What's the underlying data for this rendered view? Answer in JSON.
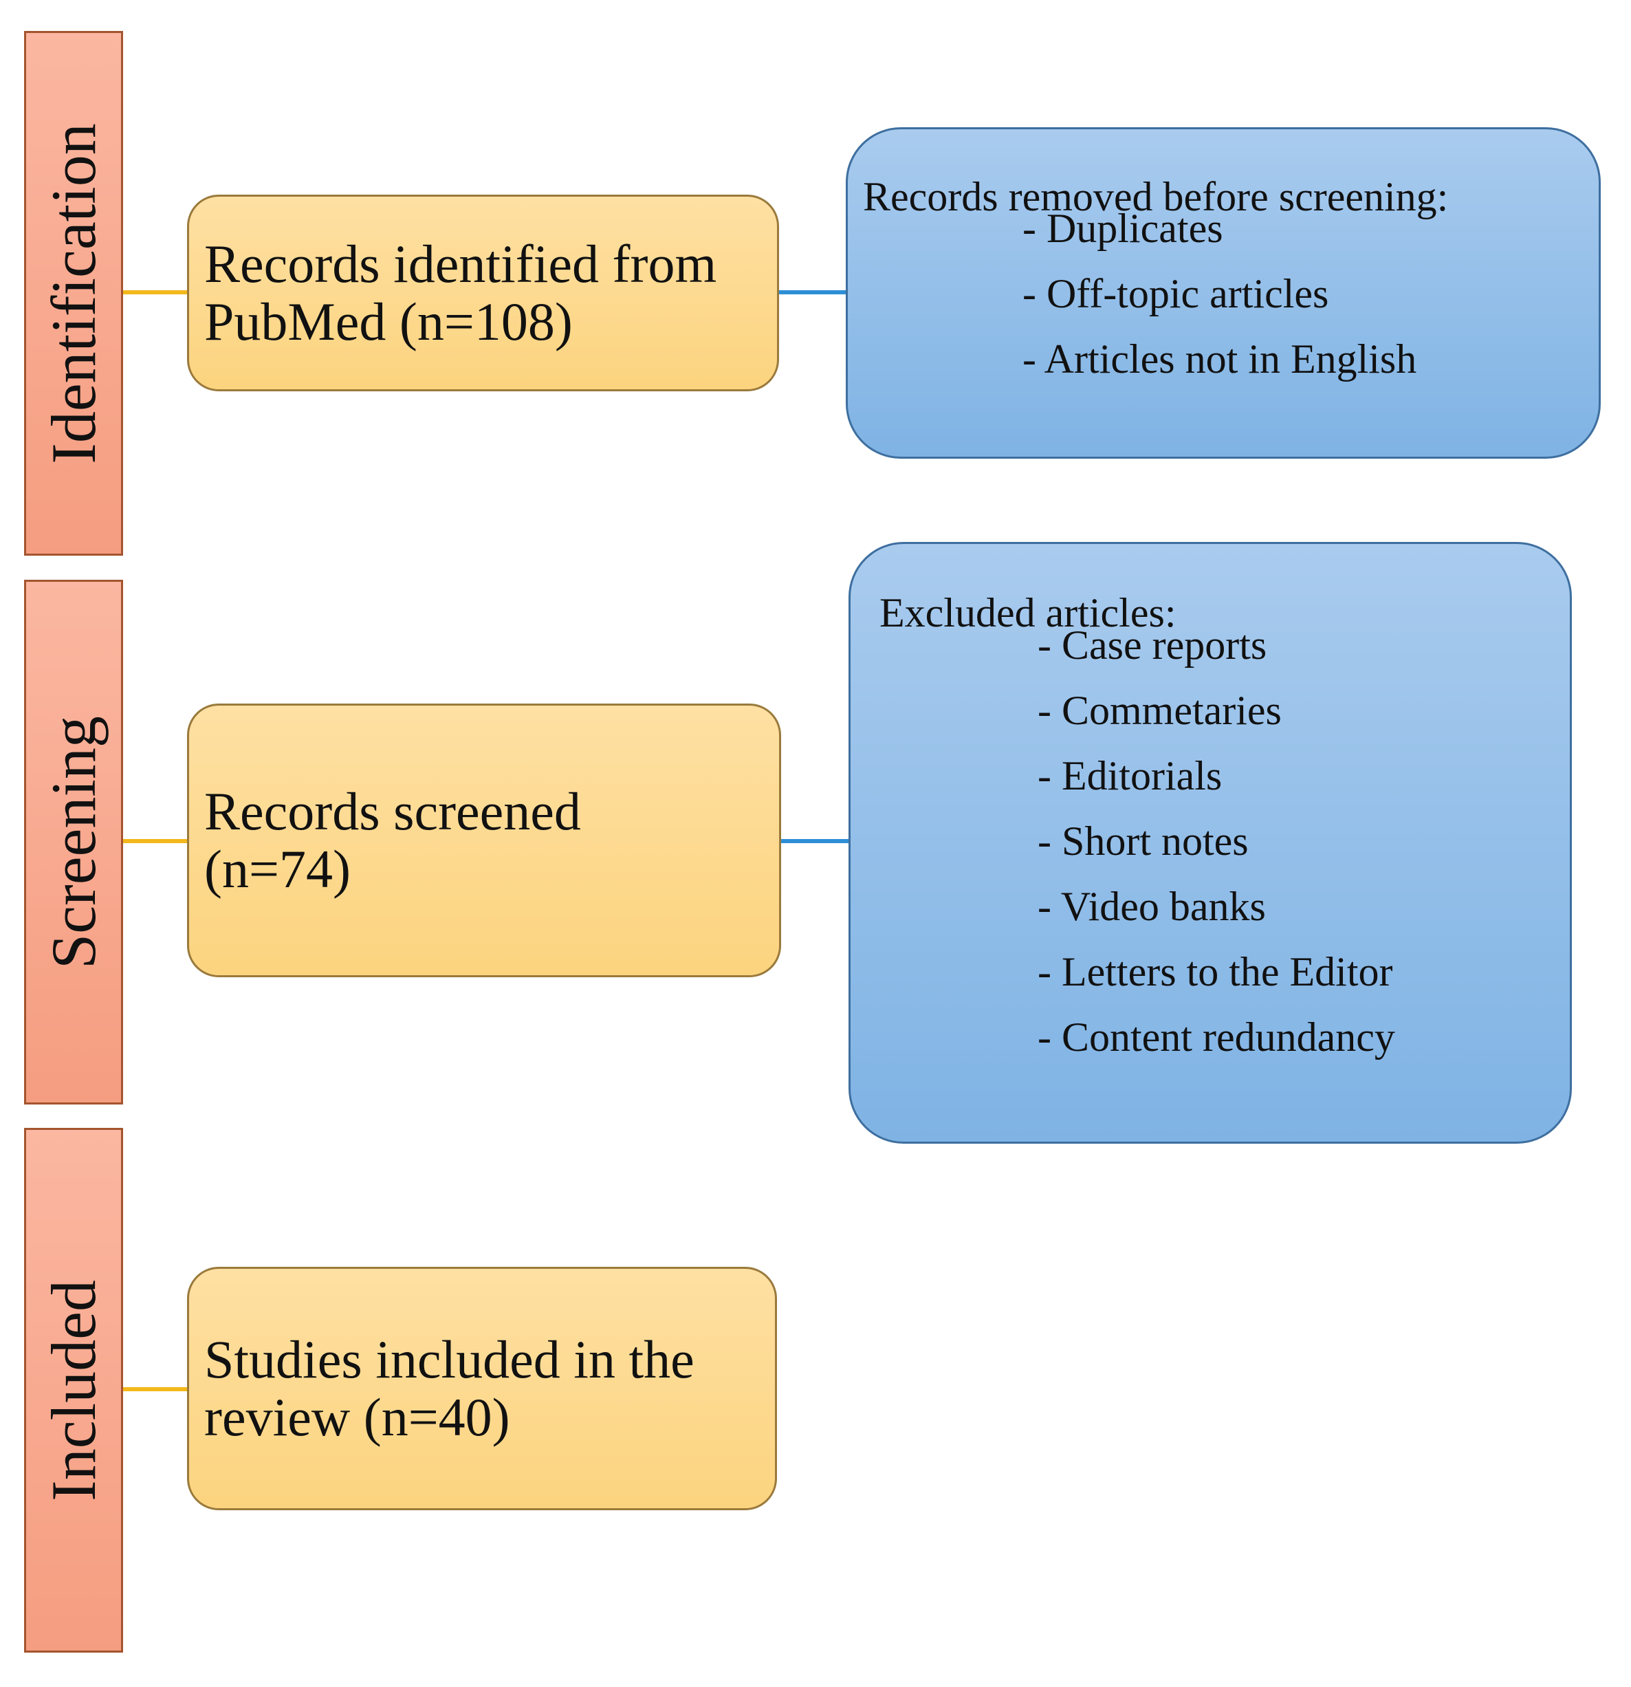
{
  "phases": {
    "identification": "Identification",
    "screening": "Screening",
    "included": "Included"
  },
  "records_identified": {
    "line1": "Records identified from",
    "line2": "PubMed (n=108)"
  },
  "records_screened": {
    "line1": "Records screened",
    "line2": "(n=74)"
  },
  "studies_included": {
    "line1": "Studies included in the",
    "line2": "review (n=40)"
  },
  "removed_before_screening": {
    "title": "Records removed before screening:",
    "items": [
      "- Duplicates",
      "- Off-topic articles",
      "- Articles not in English"
    ]
  },
  "excluded_articles": {
    "title": "Excluded articles:",
    "items": [
      "- Case reports",
      "- Commetaries",
      "- Editorials",
      "- Short notes",
      "- Video banks",
      "- Letters to the Editor",
      "- Content redundancy"
    ]
  },
  "colors": {
    "phase_fill": "#f59d80",
    "step_fill": "#fcd47f",
    "exclusion_fill": "#7fb3e4",
    "phase_connector": "#f3b81b",
    "exclusion_connector": "#2e8fd6"
  }
}
